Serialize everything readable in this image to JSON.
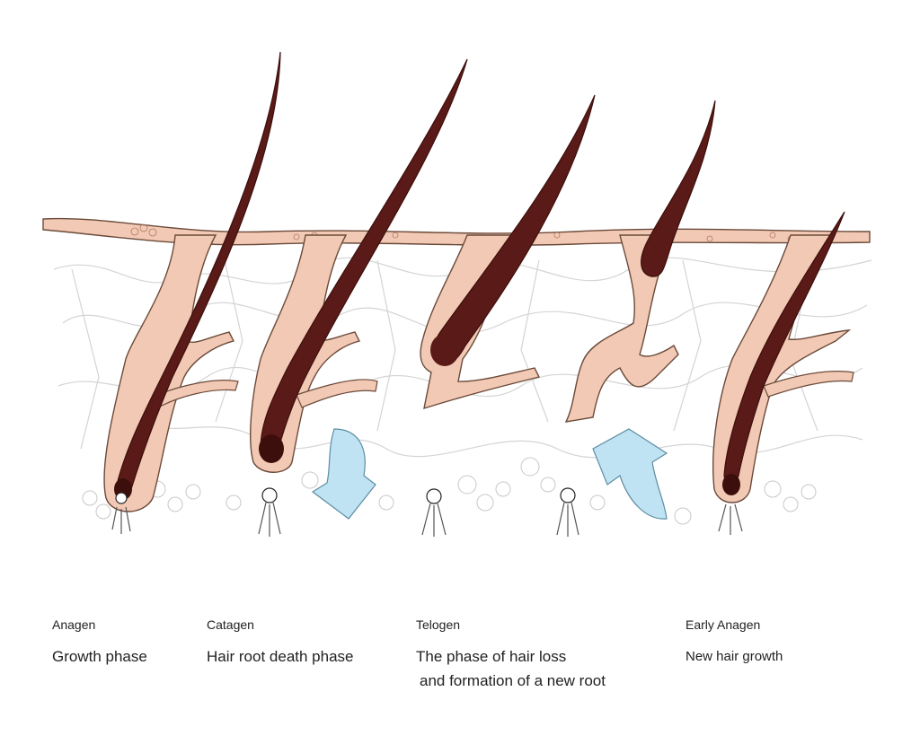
{
  "colors": {
    "skin": "#f2c9b4",
    "skin_outline": "#6b4a3a",
    "hair": "#5a1a17",
    "hair_dark": "#3d0f0c",
    "arrow": "#bfe3f2",
    "arrow_outline": "#5d8ca3",
    "vessels": "#cfcfcf"
  },
  "phases": [
    {
      "name": "Anagen",
      "description": "Growth phase"
    },
    {
      "name": "Catagen",
      "description": "Hair root death phase"
    },
    {
      "name": "Telogen",
      "description_line1": "The phase of hair loss",
      "description_line2": "and formation of a new root"
    },
    {
      "name": "Early Anagen",
      "description": "New hair growth"
    }
  ]
}
